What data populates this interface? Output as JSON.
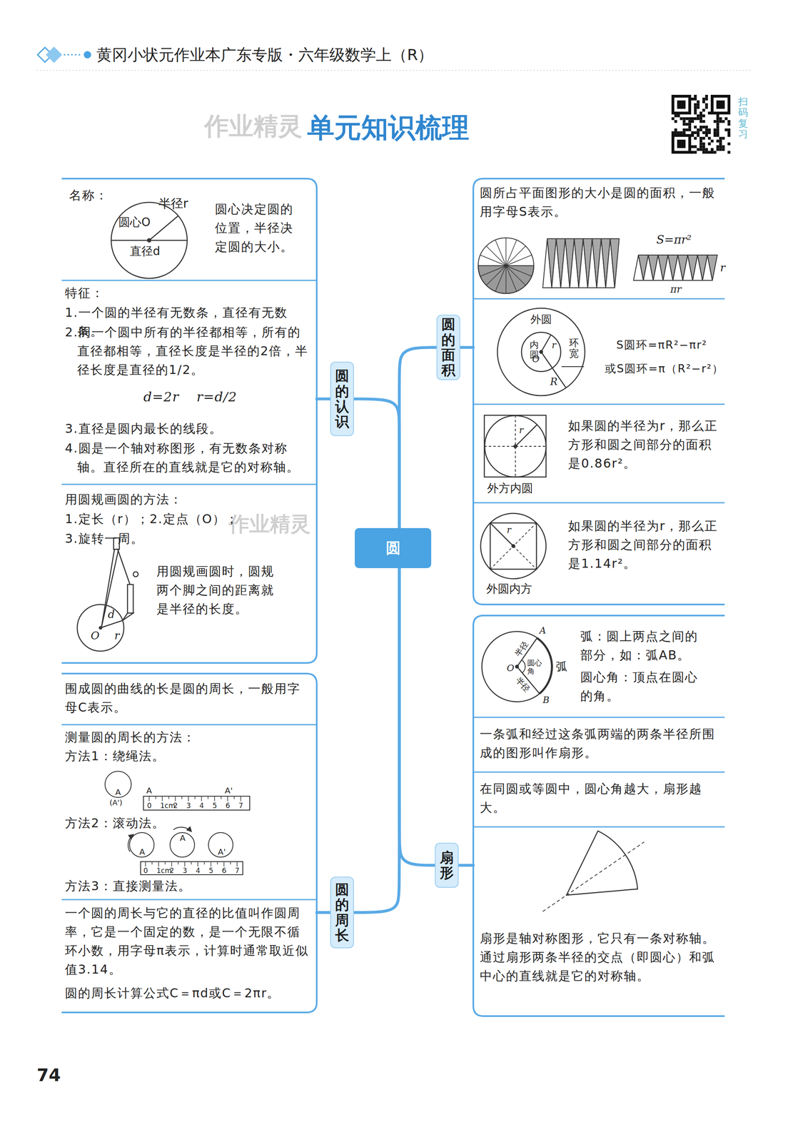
{
  "diagram": {
    "title": "单元知识梳理",
    "nodes": [
      {
        "text": [
          "名称：",
          "圆心决定圆的位置，半径决定圆的大小。"
        ]
      },
      {
        "text": [
          "特征：",
          "1.一个圆的半径有无数条，直径有无数条。",
          "2.同一个圆中所有的半径都相等，所有的直径都相等，直径长度是半径的2倍，半径长度是直径的1/2。",
          "d=2r",
          "r=d/2",
          "3.直径是圆内最长的线段。",
          "4.圆是一个轴对称图形，有无数条对称轴。直径所在的直线就是它的对称轴。"
        ]
      },
      {
        "text": [
          "用圆规画圆的方法：",
          "1.定长（r）；2.定点（O）；",
          "3.旋转一周。",
          "用圆规画圆时，圆规两个脚之间的距离就是半径的长度。"
        ]
      },
      {
        "text": [
          "围成圆的曲线的长是圆的周长，一般用字母C表示。"
        ]
      },
      {
        "text": [
          "测量圆的周长的方法：",
          "方法1：绕绳法。",
          "方法2：滚动法。",
          "方法3：直接测量法。"
        ]
      },
      {
        "text": [
          "一个圆的周长与它的直径的比值叫作圆周率，它是一个固定的数，是一个无限不循环小数，用字母π表示，计算时通常取近似值3.14。",
          "圆的周长计算公式C＝πd或C＝2πr。"
        ]
      },
      {
        "text": [
          "圆的认识"
        ]
      },
      {
        "text": [
          "圆的周长"
        ]
      },
      {
        "text": [
          "圆"
        ]
      },
      {
        "text": [
          "圆的面积"
        ]
      },
      {
        "text": [
          "扇形"
        ]
      },
      {
        "text": [
          "圆所占平面图形的大小是圆的面积，一般用字母S表示。"
        ]
      },
      {
        "text": [
          "S圆环=πR²−πr²",
          "或S圆环=π（R²−r²）"
        ]
      },
      {
        "text": [
          "如果圆的半径为r，那么正方形和圆之间部分的面积是0.86r²。"
        ]
      },
      {
        "text": [
          "如果圆的半径为r，那么正方形和圆之间部分的面积是1.14r²。"
        ]
      },
      {
        "text": [
          "弧：圆上两点之间的部分，如：弧AB。",
          "圆心角：顶点在圆心的角。"
        ]
      },
      {
        "text": [
          "一条弧和经过这条弧两端的两条半径所围成的图形叫作扇形。"
        ]
      },
      {
        "text": [
          "在同圆或等圆中，圆心角越大，扇形越大。"
        ]
      },
      {
        "text": [
          "扇形是轴对称图形，它只有一条对称轴。通过扇形两条半径的交点（即圆心）和弧中心的直线就是它的对称轴。"
        ]
      }
    ],
    "edges": [
      {
        "from": 8,
        "to": 6,
        "arrow": "none"
      },
      {
        "from": 8,
        "to": 7,
        "arrow": "none"
      },
      {
        "from": 8,
        "to": 9,
        "arrow": "none"
      },
      {
        "from": 8,
        "to": 10,
        "arrow": "none"
      },
      {
        "from": 6,
        "to": 1,
        "arrow": "none"
      },
      {
        "from": 7,
        "to": 5,
        "arrow": "none"
      },
      {
        "from": 9,
        "to": 12,
        "arrow": "none"
      },
      {
        "from": 10,
        "to": 18,
        "arrow": "none"
      }
    ],
    "labels": [
      "黄冈小状元作业本广东专版・六年级数学上（R）",
      "作业精灵",
      "扫码复习",
      "半径r",
      "圆心O",
      "直径d",
      "作业精灵",
      "d",
      "O",
      "r",
      "A",
      "(A')",
      "A",
      "A'",
      "0",
      "1cm",
      "2",
      "3",
      "4",
      "5",
      "6",
      "7",
      "A",
      "A",
      "A'",
      "0",
      "1cm",
      "2",
      "3",
      "4",
      "5",
      "6",
      "7",
      "S=πr²",
      "r",
      "πr",
      "外圆",
      "内圆",
      "r",
      "O",
      "环宽",
      "R",
      "r",
      "外方内圆",
      "r",
      "外圆内方",
      "A",
      "B",
      "O",
      "半径",
      "半径",
      "圆心角",
      "弧",
      "74"
    ]
  }
}
